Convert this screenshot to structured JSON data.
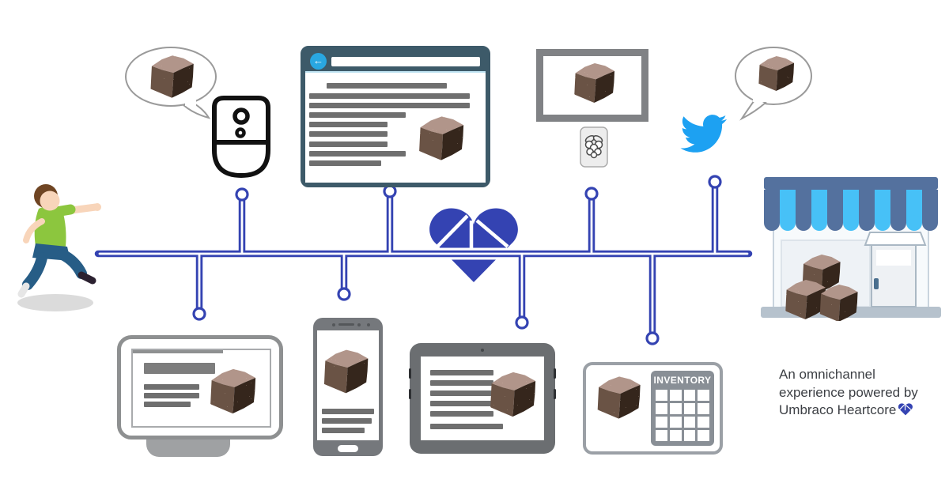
{
  "caption": {
    "text": "An omnichannel experience powered by Umbraco Heartcore",
    "heart_icon": "umbraco-heartcore-heart-icon"
  },
  "inventory_card": {
    "label": "INVENTORY",
    "grid": {
      "rows": 4,
      "cols": 4
    }
  },
  "hub": {
    "icon": "umbraco-heartcore-heart-icon"
  },
  "channels": {
    "top": [
      "voice-assistant-speaker",
      "web-browser-page",
      "digital-signage-frame-raspberry-pi",
      "twitter-social-post"
    ],
    "bottom": [
      "smart-display",
      "smartphone-app",
      "tablet-app",
      "inventory-system"
    ],
    "left": "customer-person",
    "right": "physical-store"
  },
  "product": {
    "image": "chocolate-brownie-cube"
  },
  "colors": {
    "bus_line": "#3443b2",
    "heart": "#3443b2",
    "twitter_blue": "#1da1f2",
    "browser_frame": "#3d5a69",
    "back_button_blue": "#29a7e1",
    "awning_dark": "#54719e",
    "awning_light": "#47c1f7",
    "skeleton_gray": "#6f6f6f"
  }
}
